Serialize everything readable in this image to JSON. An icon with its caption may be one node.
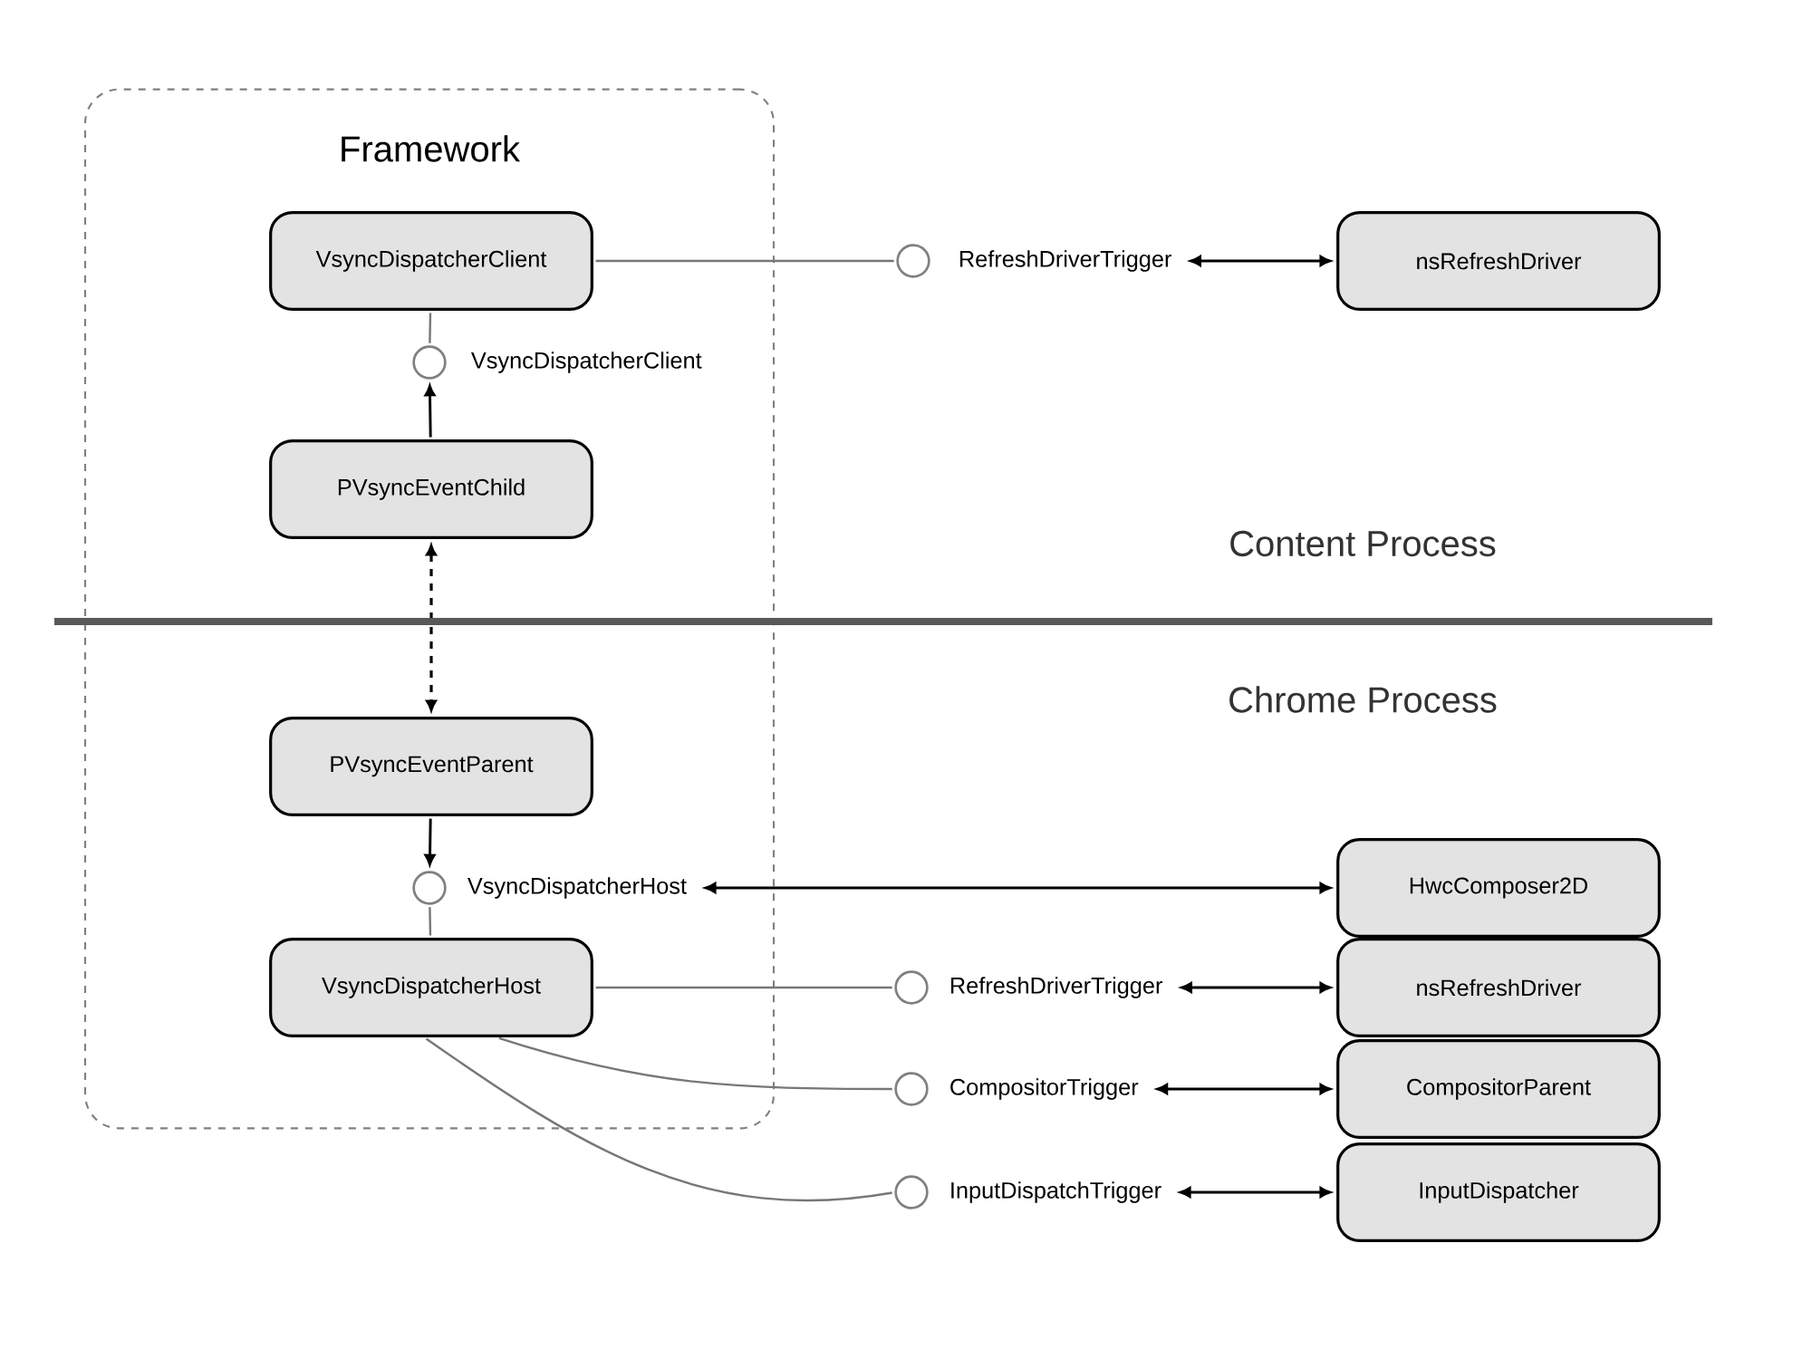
{
  "diagram": {
    "nodes": [
      {
        "text": [
          "Framework"
        ]
      },
      {
        "text": [
          "VsyncDispatcherClient"
        ],
        "in": 0
      },
      {
        "text": [],
        "shape": "circle",
        "in": 0
      },
      {
        "text": [
          "VsyncDispatcherClient"
        ],
        "in": 0
      },
      {
        "text": [
          "PVsyncEventChild"
        ],
        "in": 0
      },
      {
        "text": [
          "PVsyncEventParent"
        ],
        "in": 0
      },
      {
        "text": [],
        "shape": "circle",
        "in": 0
      },
      {
        "text": [
          "VsyncDispatcherHost"
        ],
        "in": 0
      },
      {
        "text": [
          "VsyncDispatcherHost"
        ],
        "in": 0
      },
      {
        "text": [],
        "shape": "circle"
      },
      {
        "text": [
          "RefreshDriverTrigger"
        ]
      },
      {
        "text": [
          "nsRefreshDriver"
        ]
      },
      {
        "text": [
          "HwcComposer2D"
        ]
      },
      {
        "text": [],
        "shape": "circle"
      },
      {
        "text": [
          "RefreshDriverTrigger"
        ]
      },
      {
        "text": [
          "nsRefreshDriver"
        ]
      },
      {
        "text": [],
        "shape": "circle"
      },
      {
        "text": [
          "CompositorTrigger"
        ]
      },
      {
        "text": [
          "CompositorParent"
        ]
      },
      {
        "text": [],
        "shape": "circle"
      },
      {
        "text": [
          "InputDispatchTrigger"
        ]
      },
      {
        "text": [
          "InputDispatcher"
        ]
      }
    ],
    "edges": [
      {
        "from": 1,
        "to": 2,
        "arrow": "none",
        "color": "#777777"
      },
      {
        "from": 4,
        "to": 2,
        "arrow": "to"
      },
      {
        "from": 4,
        "to": 5,
        "arrow": "both",
        "style": "dashed"
      },
      {
        "from": 5,
        "to": 6,
        "arrow": "to"
      },
      {
        "from": 6,
        "to": 8,
        "arrow": "none",
        "color": "#777777"
      },
      {
        "from": 1,
        "to": 9,
        "arrow": "none",
        "color": "#777777"
      },
      {
        "from": 10,
        "to": 11,
        "arrow": "both"
      },
      {
        "from": 7,
        "to": 12,
        "arrow": "both"
      },
      {
        "from": 8,
        "to": 13,
        "arrow": "none",
        "color": "#777777"
      },
      {
        "from": 14,
        "to": 15,
        "arrow": "both"
      },
      {
        "from": 8,
        "to": 16,
        "arrow": "none",
        "color": "#777777"
      },
      {
        "from": 17,
        "to": 18,
        "arrow": "both"
      },
      {
        "from": 8,
        "to": 19,
        "arrow": "none",
        "color": "#777777"
      },
      {
        "from": 20,
        "to": 21,
        "arrow": "both"
      }
    ],
    "labels": [
      "Content Process",
      "Chrome Process"
    ]
  }
}
